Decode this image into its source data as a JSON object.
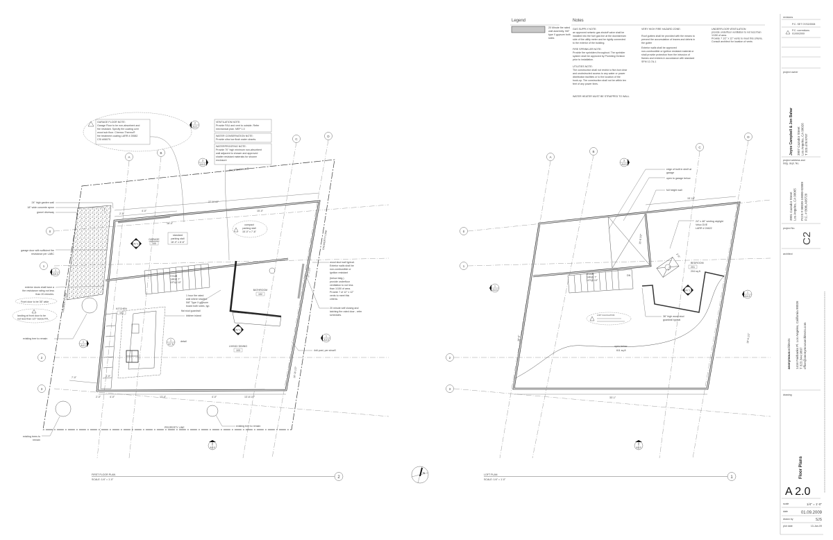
{
  "legend": {
    "title": "Legend",
    "item_lines": [
      "20 Minute fire rated",
      "wall assembly. 5/8\"",
      "type X gypsum both",
      "sides"
    ],
    "swatch_color": "#c8c8c8"
  },
  "notes": {
    "title": "Notes",
    "gas_supply": [
      "GAS SUPPLY NOTE:",
      "an approved seismic gas shutoff valve shall be",
      "installed into the fuel gas line at the downstream",
      "side of the utility meter and be rigidly connected",
      "to the exterior of the building."
    ],
    "fire_sprinkler": [
      "FIRE SPRINKLER NOTE:",
      "Provide fire sprinklers throughout. The sprinkler",
      "system shall be approved by Plumbing Division",
      "prior to installation."
    ],
    "utilities": [
      "UTILITIES NOTE:",
      "The construction shall not restrict a five-foot clear",
      "and unobstructed access to any water or power",
      "distribution facilities or to the location of the",
      "hook-up.  The construction shall not be within ten",
      "feet of any power lines."
    ],
    "water_heater": "WATER HEATER MUST BE STRAPPED TO WALL",
    "fire_hazard_title": "VERY HIGH FIRE HAZARD ZONE:",
    "fire_hazard_gutters": [
      "Roof gutters shall be provided with the means to",
      "prevent the accumulation of leaves and debris in",
      "the gutter"
    ],
    "fire_hazard_walls": [
      "Exterior walls shall be approved",
      "non-combustible or ignition resistant material or",
      "shall provide protection from the intrusion of",
      "flames and embers in accordance with standard",
      "SFM 12-7A-1"
    ],
    "underfloor": [
      "UNDERFLOOR VENTILATION",
      "",
      "provide underfloor ventilation to not less than",
      "1/150 of area.",
      "Provide 7 1/2\" x 12\" vents to meet this criteria.",
      "Consult architect for location of vents"
    ]
  },
  "title_block": {
    "revisions_label": "revisions",
    "rev1": "P.C. SET  07/02/2008",
    "rev2": [
      "P.C. corrections",
      "01/09/2009"
    ],
    "owner_label": "project owner",
    "owner_name": "Joyce Campbell & Jon Bahar",
    "owner_address": [
      "3907 Cazador Street",
      "Los Angeles, CA  90026",
      "T 323.478.9707"
    ],
    "address_label": [
      "project address and",
      "bldg. dept. No."
    ],
    "project_address": [
      "3901 Cazador Street",
      "Los Angeles, CA 90065"
    ],
    "pcis": [
      "PCIS # 08030-10000-02889",
      "P.C. # B08LA08720"
    ],
    "project_no_label": "project No.",
    "project_no": "C2",
    "architect_label": "architect",
    "architect_name_bold": "anonymous",
    "architect_name_rest": "architects",
    "architect_address": [
      "1416 Fairbanks Pl. Los Angeles, California 90026",
      "T 323.344.9807",
      "office@anonymousarchitects.com"
    ],
    "drawing_label": "drawing",
    "drawing_title": "Floor Plans",
    "sheet_number": "A 2.0",
    "rows": [
      {
        "label": "scale",
        "value": "1/4\" = 1'-0\""
      },
      {
        "label": "date",
        "value": "01.09.2009"
      },
      {
        "label": "drawn by",
        "value": "SJS"
      },
      {
        "label": "plot date",
        "value": "13-Jan-09"
      }
    ]
  },
  "first_floor": {
    "caption": "FIRST FLOOR PLAN",
    "scale": "SCALE: 1/4\" = 1'-0\"",
    "number": "2",
    "grid": {
      "A": "A",
      "B": "B",
      "C": "C",
      "D": "D",
      "r0": "0",
      "r1": "1",
      "r2": "2",
      "r3": "3"
    },
    "garage_note": [
      "GARAGE FLOOR NOTE:",
      "Garage Floor to be non-absorbent and",
      "fire resistant.  Specify fire coating over",
      "wood sub floor. Chemco Thermo®",
      "fire treatment coating LARR # 25582",
      "CSI #06070."
    ],
    "ventilation_note": [
      "VENTILATION NOTE:",
      "Provide FAU and vent to outside. Refer",
      "mechanical plan. MEP 1.0"
    ],
    "water_note": [
      "WATER CONSERVATION NOTE:",
      "Provide ultra low flush water closets."
    ],
    "waterproofing_note": [
      "WATERPROOFING NOTE:",
      "Provide 70\" high minimum non-absorbent",
      "wall adjacent to shower and approved",
      "shatter resistant materials for shower",
      "enclosure"
    ],
    "property_line": "PROPERTY LINE",
    "left_labels": {
      "garden_wall": "24\" high garden wall",
      "apron": "18\" wide concrete apron",
      "driveway": "gravel driveway",
      "garage_door": [
        "garage door with sufficient fire",
        "resistance per LABC"
      ],
      "ext_doors": [
        "exterior doors shall have a",
        "fire resistance rating not less",
        "than 20 minutes."
      ],
      "front_door": "Front door to be 36\" wide",
      "landing": [
        "landing at front door to be",
        "not less than 1/2\" below FFL"
      ],
      "tree": "existing tree to remain",
      "trees": [
        "existing trees to",
        "remain"
      ]
    },
    "rooms": {
      "garage": "GARAGE",
      "garage_no": "100",
      "kitchen": "KITCHEN",
      "kitchen_no": "101",
      "bath": "BATHROOM",
      "bath_no": "102",
      "living": "LIVING/ DINING",
      "living_no": "103"
    },
    "standard_stall": [
      "standard",
      "parking stall",
      "18'-0\" x 8'-6\""
    ],
    "compact_stall": [
      "compact",
      "parking stall",
      "15'-0\" x 7'-6\""
    ],
    "stair": [
      "STAIR",
      "14R@ 7\"",
      "13T@ 10\""
    ],
    "fire_wall": [
      "1 hour fire rated",
      "wall where shaded.",
      "5/8\" Type X gypsum",
      "board both sides, typ."
    ],
    "guardrail": "flat stud guardrail",
    "island": "kitchen island",
    "detail": "detail",
    "right_labels": {
      "wood_stud": [
        "wood stud wall typical.",
        "Exterior walls shall be",
        "non-combustible or",
        "ignition resistant"
      ],
      "underfloor": [
        "(below bldg.)",
        "provide underfloor",
        "ventilation to not less",
        "than 1/150 of area.",
        "Provide 7 of 12\" x 12\"",
        "vents to meet this",
        "criteria."
      ],
      "door": [
        "20 minute self closing and",
        "latching fire rated door - refer",
        "schedules."
      ],
      "post": "4x6 post, per struct'l",
      "tree2": "existing tree to remain"
    },
    "dims": {
      "top": "27'-5 1/2\"",
      "d25": "2'-5\"",
      "d40": "4'-0\"",
      "d18": "18'-0\"",
      "d15": "15'-0\"",
      "b1": "2'-0\"",
      "b2": "4'-0\"",
      "b3": "13'-0\"",
      "b4": "4'-0\"",
      "b5": "13'-8 1/2\"",
      "d7": "7'-0\"",
      "d3": "3'-0\"",
      "r1": "17'-1 1/2\"",
      "r2": "16'-10 1/2\""
    },
    "markers": [
      {
        "num": "2",
        "sheet": "A4.1"
      },
      {
        "num": "3",
        "sheet": "A4.0"
      },
      {
        "num": "1",
        "sheet": "A5.0"
      },
      {
        "num": "1",
        "sheet": "A4.1"
      },
      {
        "num": "1",
        "sheet": "A4.0"
      },
      {
        "num": "2",
        "sheet": "A4.0"
      },
      {
        "num": "1",
        "sheet": "A7.5"
      },
      {
        "num": "1",
        "sheet": "A7.1"
      },
      {
        "num": "1",
        "sheet": "A7.1"
      }
    ]
  },
  "loft": {
    "caption": "LOFT PLAN",
    "scale": "SCALE: 1/4\" = 1'-0\"",
    "number": "1",
    "grid": {
      "A": "A",
      "B": "B",
      "C": "C",
      "D": "D",
      "r0": "0",
      "r1": "1",
      "r2": "2",
      "r3": "3"
    },
    "shelf": [
      "edge of built in shelf at",
      "garage"
    ],
    "open_garage": "open to garage below",
    "full_wall": "full height wall",
    "skylight": [
      "24\" x 48\" venting skylight",
      "Velux DVE",
      "LARR # 24622"
    ],
    "bedroom": "BEDROOM",
    "bedroom_no": "201",
    "bedroom_area": "204 sq.ft",
    "stair": [
      "STAIR",
      "14R@ 7\"",
      "13T@ 10\""
    ],
    "dn": "DN",
    "guardrail": [
      "36\" high wood stud",
      "guardrail typical"
    ],
    "open_below": "open below",
    "open_area": "611 sq.ft",
    "loft_calc": "LOFT CALCULATION:",
    "dims": {
      "top": "15'-10\"",
      "inner": "15'-8 1/2\"",
      "bottom": "33'-1\"",
      "left": "18'-6\"",
      "right": "19'-0 1/2\"",
      "sky1": "2'-6\"",
      "sky2": "4'-0\""
    },
    "markers": [
      {
        "num": "3",
        "sheet": "A4.0"
      },
      {
        "num": "1",
        "sheet": "A4.0"
      },
      {
        "num": "1",
        "sheet": "A4.0"
      },
      {
        "num": "2",
        "sheet": "A4.0"
      },
      {
        "num": "1",
        "sheet": "A7.1"
      }
    ]
  },
  "north_label": "N"
}
